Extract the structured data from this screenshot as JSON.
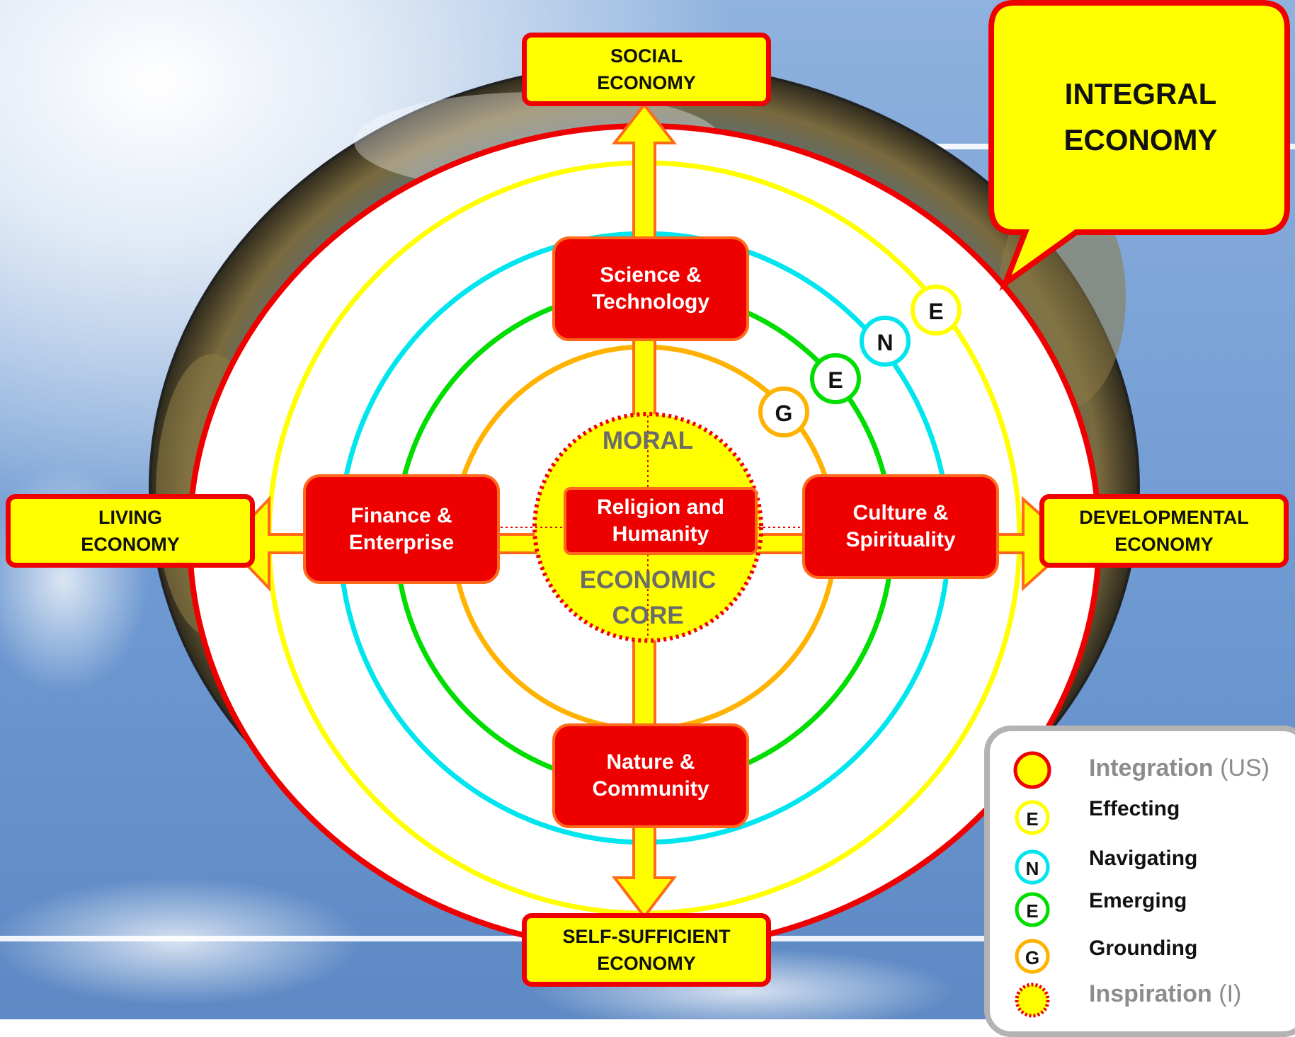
{
  "callout": {
    "line1": "INTEGRAL",
    "line2": "ECONOMY"
  },
  "economies": {
    "top": {
      "line1": "SOCIAL",
      "line2": "ECONOMY"
    },
    "left": {
      "line1": "LIVING",
      "line2": "ECONOMY"
    },
    "right": {
      "line1": "DEVELOPMENTAL",
      "line2": "ECONOMY"
    },
    "bottom": {
      "line1": "SELF-SUFFICIENT",
      "line2": "ECONOMY"
    }
  },
  "realms": {
    "top": {
      "line1": "Science &",
      "line2": "Technology"
    },
    "left": {
      "line1": "Finance &",
      "line2": "Enterprise"
    },
    "right": {
      "line1": "Culture &",
      "line2": "Spirituality"
    },
    "bottom": {
      "line1": "Nature &",
      "line2": "Community"
    }
  },
  "core": {
    "box": {
      "line1": "Religion and",
      "line2": "Humanity"
    },
    "top_label": "MORAL",
    "bottom_label_1": "ECONOMIC",
    "bottom_label_2": "CORE"
  },
  "ring_markers": [
    {
      "letter": "G",
      "ring": "grounding",
      "color": "#ffb300"
    },
    {
      "letter": "E",
      "ring": "emerging",
      "color": "#00dd00"
    },
    {
      "letter": "N",
      "ring": "navigating",
      "color": "#00e5ee"
    },
    {
      "letter": "E",
      "ring": "effecting",
      "color": "#ffff00"
    }
  ],
  "legend": {
    "integration": {
      "bold": "Integration",
      "light": " (US)"
    },
    "effecting": {
      "letter": "E",
      "label": "Effecting",
      "color": "#ffff00"
    },
    "navigating": {
      "letter": "N",
      "label": "Navigating",
      "color": "#00e5ee"
    },
    "emerging": {
      "letter": "E",
      "label": "Emerging",
      "color": "#00dd00"
    },
    "grounding": {
      "letter": "G",
      "label": "Grounding",
      "color": "#ffb300"
    },
    "inspiration": {
      "bold": "Inspiration",
      "light": " (I)"
    }
  },
  "colors": {
    "red": "#ee0000",
    "yellow": "#ffff00",
    "cyan": "#00e5ee",
    "green": "#00dd00",
    "orange": "#ffb300",
    "sky": "#6f9ad2"
  }
}
